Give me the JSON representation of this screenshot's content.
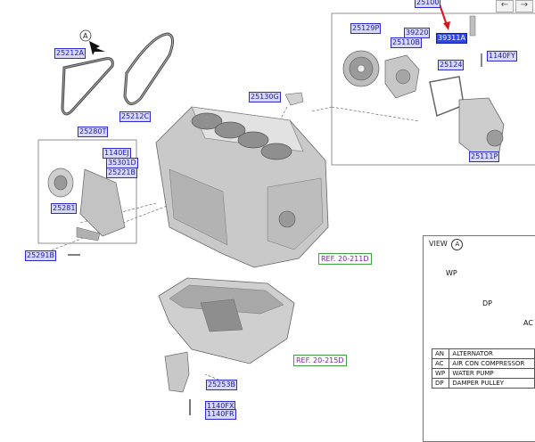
{
  "nav": {
    "back_icon": "arrow-left-icon",
    "forward_icon": "arrow-right-icon"
  },
  "labels": {
    "p25100": "25100",
    "p25212A": "25212A",
    "p25212C": "25212C",
    "p25130G": "25130G",
    "p25129P": "25129P",
    "p39220": "39220",
    "p39311A": "39311A",
    "p25110B": "25110B",
    "p25124": "25124",
    "p1140FY": "1140FY",
    "p25111P": "25111P",
    "p25280T": "25280T",
    "p1140EJ": "1140EJ",
    "p35301D": "35301D",
    "p25221B": "25221B",
    "p25281": "25281",
    "p25291B": "25291B",
    "p25253B": "25253B",
    "p1140FX": "1140FX",
    "p1140FR": "1140FR"
  },
  "refs": {
    "ref1": "REF. 20-211D",
    "ref2": "REF. 20-215D"
  },
  "callout_letter": "A",
  "view": {
    "title": "VIEW",
    "letter": "A",
    "pulleys": {
      "wp": "WP",
      "dp": "DP",
      "ac": "AC"
    },
    "legend": [
      {
        "code": "AN",
        "desc": "ALTERNATOR"
      },
      {
        "code": "AC",
        "desc": "AIR CON COMPRESSOR"
      },
      {
        "code": "WP",
        "desc": "WATER PUMP"
      },
      {
        "code": "DP",
        "desc": "DAMPER PULLEY"
      }
    ]
  },
  "colors": {
    "label_bg": "#d9d9ff",
    "label_border": "#2a2ad0",
    "highlight": "#2f46e8",
    "ref_text": "#7a1fb0",
    "ref_border": "#3ea33e",
    "arrow": "#e0101a"
  }
}
